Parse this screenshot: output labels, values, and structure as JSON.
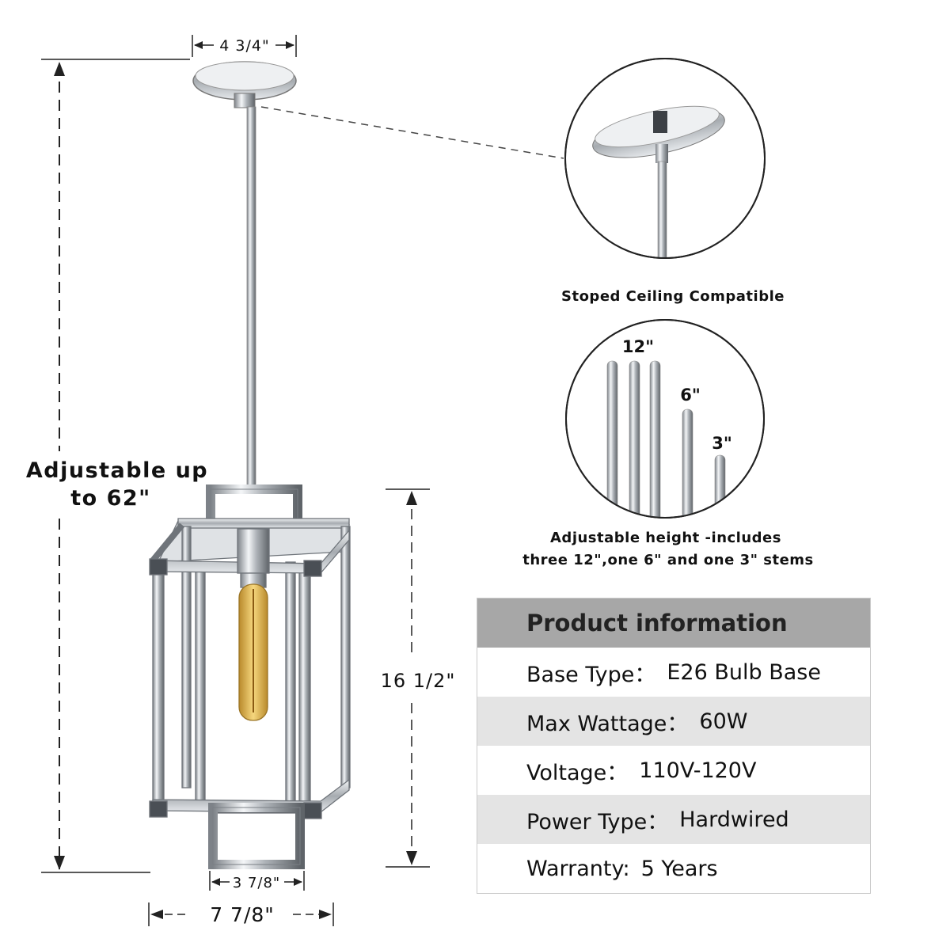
{
  "dimensions": {
    "canopy_width": "4 3/4\"",
    "overall_height": "Adjustable up to 62\"",
    "overall_height_line1": "Adjustable up",
    "overall_height_line2": "to 62\"",
    "fixture_height": "16 1/2\"",
    "bottom_frame_width": "3 7/8\"",
    "fixture_width": "7 7/8\""
  },
  "features": {
    "sloped_ceiling_caption": "Stoped Ceiling Compatible",
    "stems_caption_line1": "Adjustable height -includes",
    "stems_caption_line2": "three 12\",one 6\" and one 3\" stems",
    "stem_labels": [
      "12\"",
      "6\"",
      "3\""
    ]
  },
  "product_info": {
    "title": "Product information",
    "rows": [
      {
        "label": "Base Type：",
        "value": "E26 Bulb Base"
      },
      {
        "label": "Max Wattage：",
        "value": "60W"
      },
      {
        "label": "Voltage：",
        "value": "110V-120V"
      },
      {
        "label": "Power Type：",
        "value": "Hardwired"
      },
      {
        "label": "Warranty:",
        "value": "5 Years"
      }
    ]
  },
  "colors": {
    "header_bg": "#a7a7a7",
    "stripe_bg": "#e4e4e4",
    "chrome": "#c8ccd0"
  }
}
